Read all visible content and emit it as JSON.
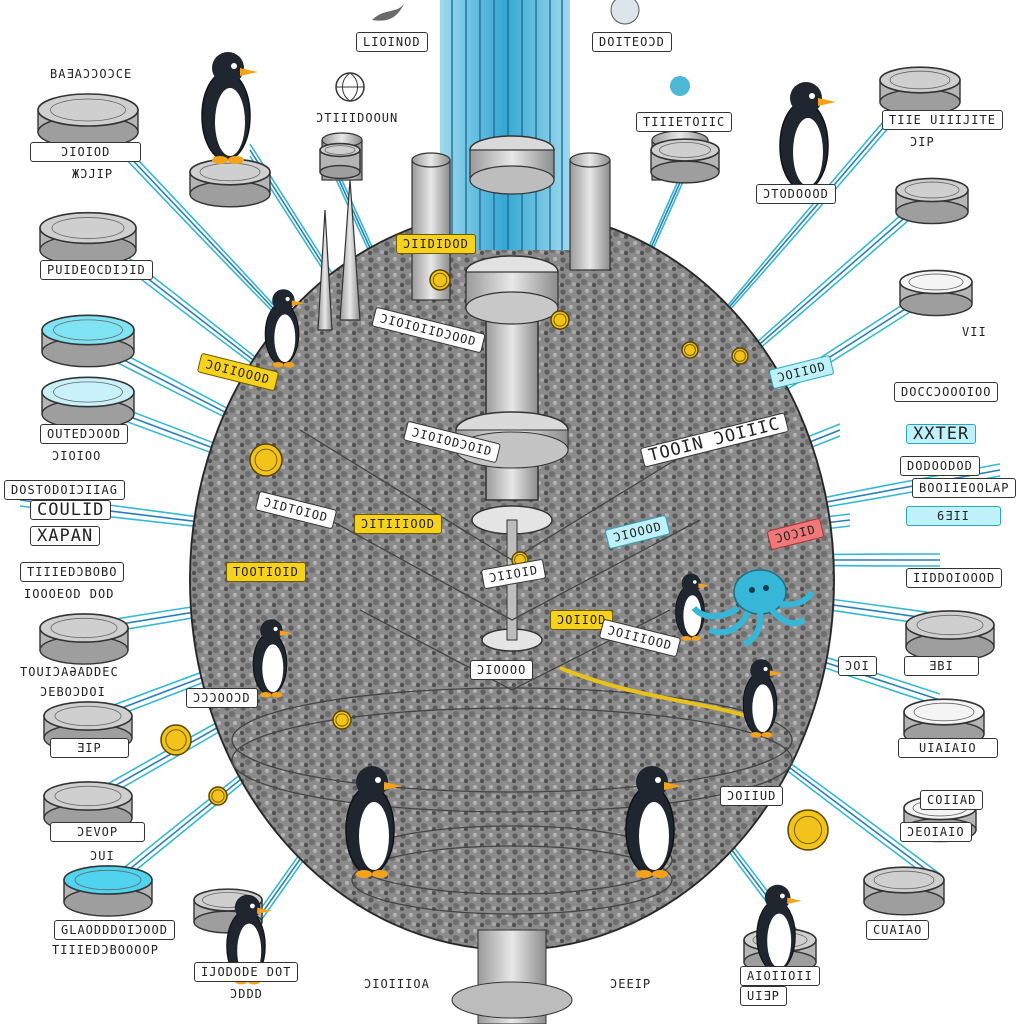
{
  "colors": {
    "cable_cyan": "#35b8d4",
    "cable_blue": "#2a7fb8",
    "cable_yellow": "#e8c21a",
    "disc_gray": "#cfcfcf",
    "disc_cyan": "#7fe3f3",
    "penguin_body": "#1f2630",
    "penguin_beak": "#f4a21a",
    "octopus": "#36b7d8",
    "coin_gold": "#f2c318"
  },
  "labels": {
    "top_left_header": "BAƎAƆƆOƆCE",
    "disc1_label": "ƆIOIOD",
    "disc1_sub": "ЖƆJIP",
    "disc2_label": "PUIDEOCDIƆID",
    "disc4_label": "OUTEDƆOOD",
    "disc4_sub": "ƆIOIOO",
    "left_a": "DOSTODOIƆIIAG",
    "left_b": "COULID",
    "left_c": "XAPAN",
    "left_d": "TIIIEDƆBOBO",
    "left_e": "IOOOEOD DOD",
    "left_f": "TOUIƆAƏADDEC",
    "left_g": "ƆEBOƆDOI",
    "left_h": "ƎIP",
    "left_i": "ƆEVOP",
    "left_j": "ƆUI",
    "left_k": "GLAODDDOIƆOOD",
    "left_l": "TIIIEDƆBOOOOP",
    "top_a": "LIOINOD",
    "top_b": "DOITEOƆD",
    "top_c": "ƆTIIIDOOUN",
    "top_d": "TIIIETOIIC",
    "right_a": "TIIE UIIIJITE",
    "right_b": "ƆIP",
    "right_c": "ƆTODOOOD",
    "right_d": "VII",
    "right_e": "DOCCƆOOOIOO",
    "right_f": "XXTER",
    "right_g": "DODOODOD",
    "right_h": "BOOIIEOOLAP",
    "right_i": "6ƎII",
    "right_j": "IIDDOIOOOD",
    "right_k": "ƆOI",
    "right_l": "ƎBI",
    "right_m": "UIAIAIO",
    "right_n": "COIIAD",
    "right_o": "ƆEOIAIO",
    "right_p": "ƆOIIUD",
    "right_q": "CUAIAO",
    "right_r": "AIOIIOII",
    "right_s": "UIƎP",
    "bottom_a": "IJODODE DOT",
    "bottom_b": "ƆDDD",
    "bottom_c": "ƆIOIIIOA",
    "bottom_d": "ƆEEIP",
    "center_a": "TOOIN ƆOIIIC",
    "center_b": "ƆIIDIDOD",
    "center_c": "ƆIOIOIIDƆOOD",
    "center_d": "ƆOIIOOOD",
    "center_e": "ƆIOIODƆOID",
    "center_f": "ƆIDTOIOD",
    "center_g": "ƆITIIIOOD",
    "center_h": "ƆIOOOD",
    "center_i": "ƆIIOID",
    "center_j": "ƆOIIOD",
    "center_k": "TOOTIOID",
    "center_l": "ƆIOOOO",
    "center_m": "ƆOIIIOOD",
    "center_n": "ƆƆƆOOƆD",
    "center_o": "ƆOƆID",
    "center_p": "ƆOIIOD"
  }
}
